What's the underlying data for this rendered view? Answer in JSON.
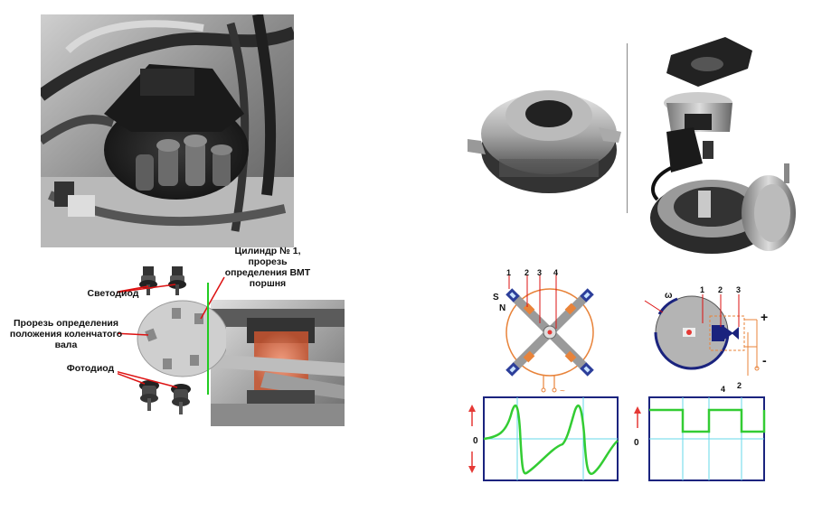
{
  "labels": {
    "cylinder_line1": "Цилиндр № 1,",
    "cylinder_line2": "прорезь",
    "cylinder_line3": "определения ВМТ",
    "cylinder_line4": "поршня",
    "led": "Светодиод",
    "slot_line1": "Прорезь определения",
    "slot_line2": "положения коленчатого",
    "slot_line3": "вала",
    "photodiode": "Фотодиод"
  },
  "inductive_sensor": {
    "numbers": [
      "1",
      "2",
      "3",
      "4"
    ],
    "pole_s": "S",
    "pole_n": "N",
    "output_symbol": "~"
  },
  "hall_sensor": {
    "numbers": [
      "1",
      "2",
      "3",
      "4",
      "2"
    ],
    "omega": "ω",
    "plus": "+",
    "minus": "-"
  },
  "graph_left": {
    "zero_label": "0"
  },
  "graph_right": {
    "zero_label": "0"
  },
  "colors": {
    "signal_green": "#33cc33",
    "axis_blue": "#1a237e",
    "grid_cyan": "#66d9e8",
    "arrow_red": "#e53935",
    "coil_orange": "#e8833a"
  }
}
